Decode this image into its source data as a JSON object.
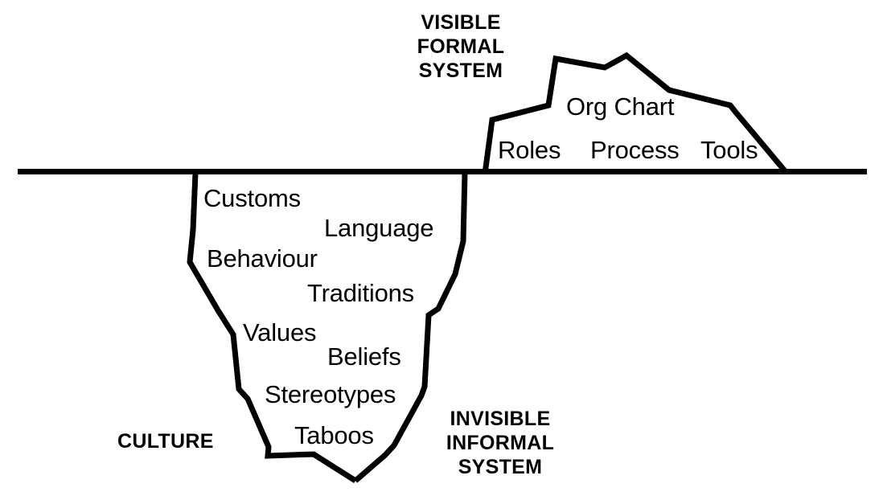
{
  "diagram": {
    "title_visible": "VISIBLE\nFORMAL\nSYSTEM",
    "colors": {
      "stroke": "#000000",
      "background": "#ffffff",
      "waterline": "#000000"
    },
    "captions": {
      "visible_system": {
        "lines": [
          "VISIBLE",
          "FORMAL",
          "SYSTEM"
        ]
      },
      "invisible_system": {
        "lines": [
          "INVISIBLE",
          "INFORMAL",
          "SYSTEM"
        ]
      },
      "culture": "CULTURE"
    },
    "above_water_labels": [
      {
        "name": "org-chart",
        "text": "Org Chart"
      },
      {
        "name": "roles",
        "text": "Roles"
      },
      {
        "name": "process",
        "text": "Process"
      },
      {
        "name": "tools",
        "text": "Tools"
      }
    ],
    "below_water_labels": [
      {
        "name": "customs",
        "text": "Customs"
      },
      {
        "name": "language",
        "text": "Language"
      },
      {
        "name": "behaviour",
        "text": "Behaviour"
      },
      {
        "name": "traditions",
        "text": "Traditions"
      },
      {
        "name": "values",
        "text": "Values"
      },
      {
        "name": "beliefs",
        "text": "Beliefs"
      },
      {
        "name": "stereotypes",
        "text": "Stereotypes"
      },
      {
        "name": "taboos",
        "text": "Taboos"
      }
    ]
  }
}
